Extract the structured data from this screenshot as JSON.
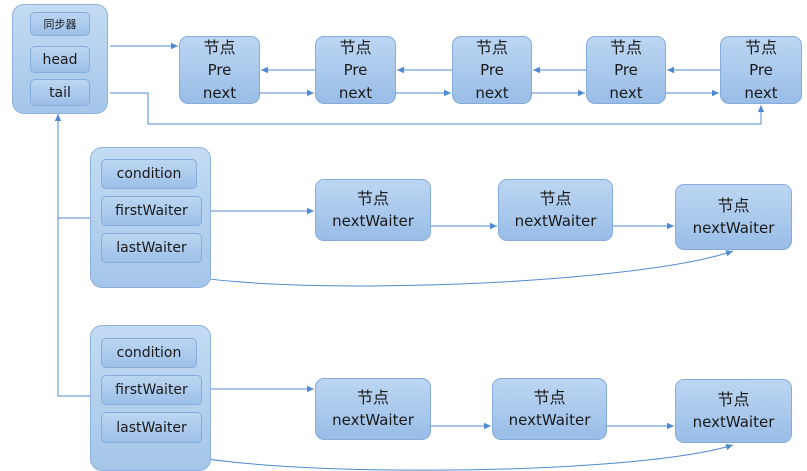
{
  "sync": {
    "title": "同步器",
    "head": "head",
    "tail": "tail"
  },
  "sync_queue": [
    {
      "title": "节点",
      "pre": "Pre",
      "next": "next"
    },
    {
      "title": "节点",
      "pre": "Pre",
      "next": "next"
    },
    {
      "title": "节点",
      "pre": "Pre",
      "next": "next"
    },
    {
      "title": "节点",
      "pre": "Pre",
      "next": "next"
    },
    {
      "title": "节点",
      "pre": "Pre",
      "next": "next"
    }
  ],
  "conditions": [
    {
      "label": "condition",
      "first": "firstWaiter",
      "last": "lastWaiter",
      "nodes": [
        {
          "title": "节点",
          "field": "nextWaiter"
        },
        {
          "title": "节点",
          "field": "nextWaiter"
        },
        {
          "title": "节点",
          "field": "nextWaiter"
        }
      ]
    },
    {
      "label": "condition",
      "first": "firstWaiter",
      "last": "lastWaiter",
      "nodes": [
        {
          "title": "节点",
          "field": "nextWaiter"
        },
        {
          "title": "节点",
          "field": "nextWaiter"
        },
        {
          "title": "节点",
          "field": "nextWaiter"
        }
      ]
    }
  ],
  "colors": {
    "line": "#4f8bd0",
    "fill_top": "#bcd6f2",
    "fill_bottom": "#9dc0e8",
    "border": "#86acd9"
  }
}
